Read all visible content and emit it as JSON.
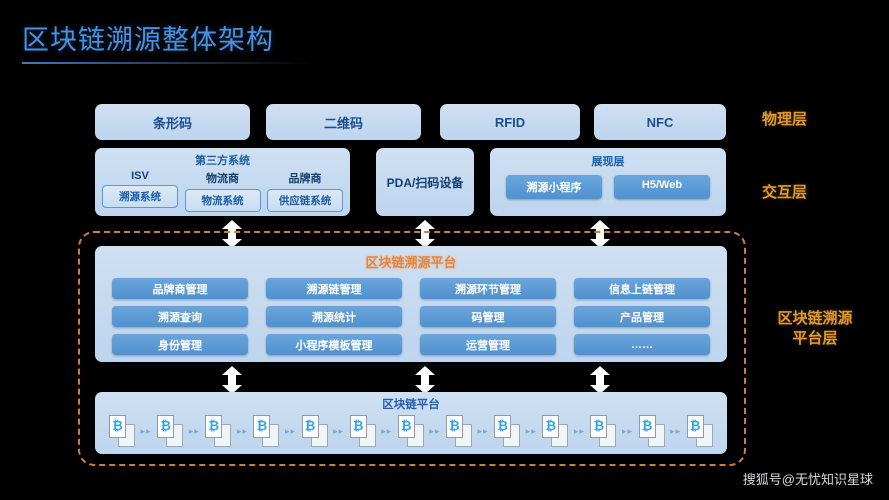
{
  "page": {
    "title": "区块链溯源整体架构",
    "watermark": "搜狐号@无忧知识星球",
    "accent_blue": "#4a90e2",
    "accent_orange": "#e8833a",
    "label_gold": "#e09a2e"
  },
  "physical_layer": {
    "label": "物理层",
    "items": [
      {
        "label": "条形码"
      },
      {
        "label": "二维码"
      },
      {
        "label": "RFID"
      },
      {
        "label": "NFC"
      }
    ]
  },
  "interaction_layer": {
    "label": "交互层",
    "third_party": {
      "title": "第三方系统",
      "columns": [
        {
          "head": "ISV",
          "sub": "溯源系统"
        },
        {
          "head": "物流商",
          "sub": "物流系统"
        },
        {
          "head": "品牌商",
          "sub": "供应链系统"
        }
      ]
    },
    "pda": {
      "label": "PDA/扫码设备"
    },
    "presentation": {
      "title": "展现层",
      "items": [
        {
          "label": "溯源小程序"
        },
        {
          "label": "H5/Web"
        }
      ]
    }
  },
  "platform_layer": {
    "label_line1": "区块链溯源",
    "label_line2": "平台层",
    "platform": {
      "title": "区块链溯源平台",
      "modules": [
        "品牌商管理",
        "溯源链管理",
        "溯源环节管理",
        "信息上链管理",
        "溯源查询",
        "溯源统计",
        "码管理",
        "产品管理",
        "身份管理",
        "小程序模板管理",
        "运营管理",
        "……"
      ]
    },
    "blockchain": {
      "title": "区块链平台",
      "block_count": 13,
      "block_glyph": "₿"
    }
  }
}
